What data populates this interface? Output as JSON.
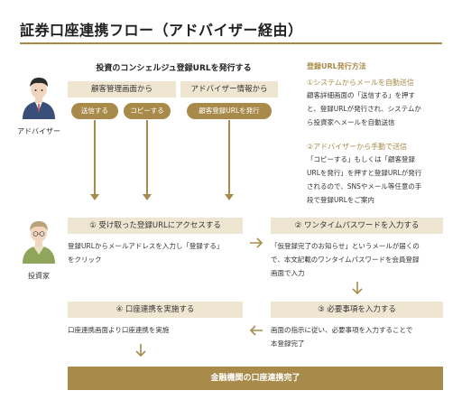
{
  "title": "証券口座連携フロー（アドバイザー経由）",
  "advisor": {
    "label": "アドバイザー"
  },
  "investor": {
    "label": "投資家"
  },
  "issue": {
    "lead": "投資のコンシェルジュ登録URLを発行する",
    "from_admin": "顧客管理画面から",
    "from_advisor": "アドバイザー情報から",
    "btn_send": "送信する",
    "btn_copy": "コピーする",
    "btn_issue": "顧客登録URLを発行"
  },
  "notes": {
    "header": "登録URL発行方法",
    "auto_title": "①システムからメールを自動送信",
    "auto_body": [
      "顧客詳細画面の「送信する」を押す",
      "と、登録URLが発行され、システムか",
      "ら投資家へメールを自動送信"
    ],
    "manual_title": "②アドバイザーから手動で送信",
    "manual_body": [
      "「コピーする」もしくは「顧客登録",
      "URLを発行」を押すと登録URLが発行",
      "されるので、SNSやメール等任意の手",
      "段で登録URLをご案内"
    ]
  },
  "steps": {
    "s1_title": "① 受け取った登録URLにアクセスする",
    "s1_body": [
      "登録URLからメールアドレスを入力し「登録する」",
      "をクリック"
    ],
    "s2_title": "② ワンタイムパスワードを入力する",
    "s2_body": [
      "「仮登録完了のお知らせ」というメールが届くの",
      "で、本文記載のワンタイムパスワードを会員登録",
      "画面で入力"
    ],
    "s3_title": "③ 必要事項を入力する",
    "s3_body": [
      "画面の指示に従い、必要事項を入力することで",
      "本登録完了"
    ],
    "s4_title": "④ 口座連携を実施する",
    "s4_body": [
      "口座連携画面より口座連携を実施"
    ]
  },
  "final": "金融機関の口座連携完了",
  "colors": {
    "accent": "#a88b4a",
    "band": "#efe6d2"
  }
}
